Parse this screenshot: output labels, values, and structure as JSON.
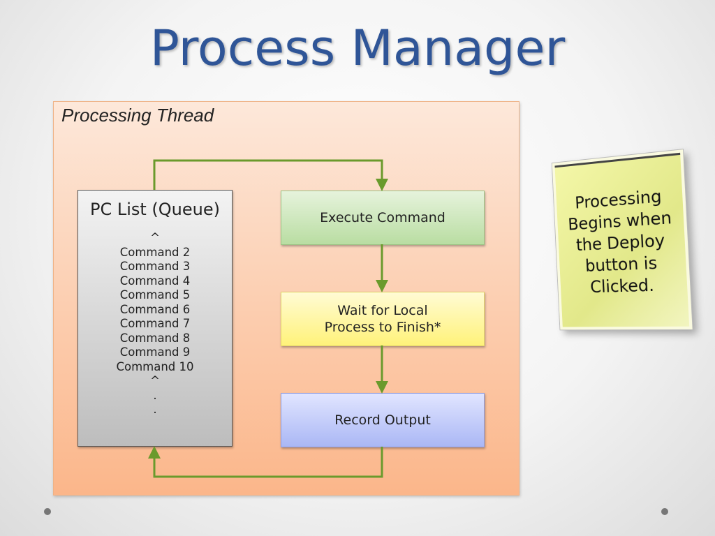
{
  "title": "Process Manager",
  "panel": {
    "label": "Processing Thread"
  },
  "pc_list": {
    "header": "PC List (Queue)",
    "items": [
      "^",
      "Command 2",
      "Command 3",
      "Command 4",
      "Command 5",
      "Command 6",
      "Command 7",
      "Command 8",
      "Command 9",
      "Command 10",
      "^",
      ".",
      "."
    ]
  },
  "steps": {
    "execute": "Execute Command",
    "wait_line1": "Wait for Local",
    "wait_line2": "Process to Finish*",
    "record": "Record Output"
  },
  "note": {
    "lines": [
      "Processing",
      "Begins when",
      "the Deploy",
      "button is",
      "Clicked."
    ]
  },
  "colors": {
    "title": "#2f5597",
    "arrow": "#6a9a2c"
  }
}
